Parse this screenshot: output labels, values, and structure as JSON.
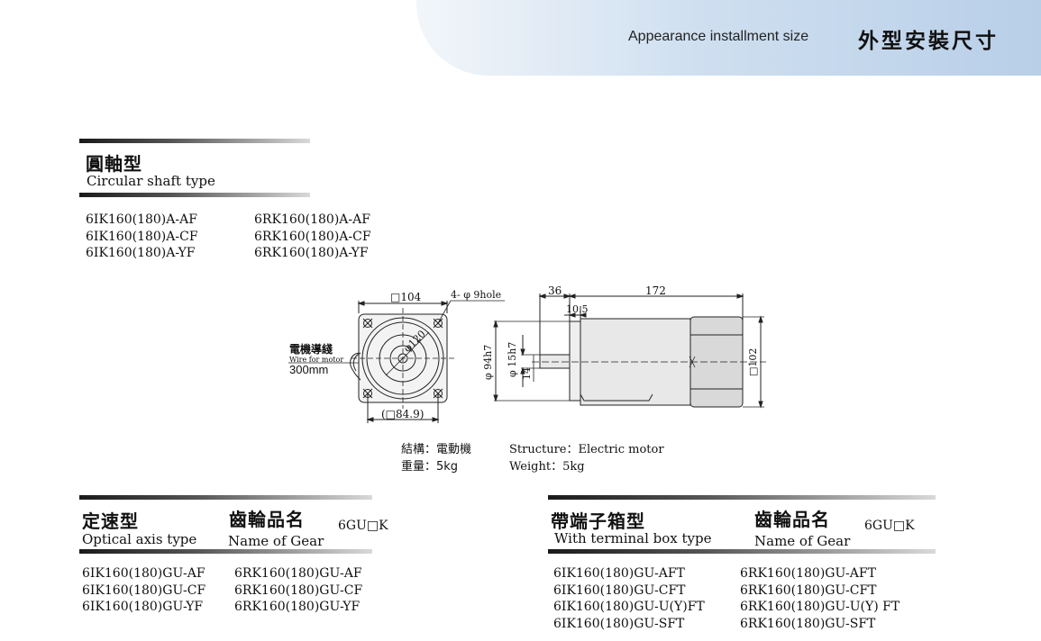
{
  "header": {
    "title_en": "Appearance installment size",
    "title_zh": "外型安裝尺寸"
  },
  "circular": {
    "title_zh": "圓軸型",
    "title_en": "Circular shaft type",
    "models_left": [
      "6IK160(180)A-AF",
      "6IK160(180)A-CF",
      "6IK160(180)A-YF"
    ],
    "models_right": [
      "6RK160(180)A-AF",
      "6RK160(180)A-CF",
      "6RK160(180)A-YF"
    ]
  },
  "drawing": {
    "front": {
      "sq104": "□104",
      "holes": "4- φ 9hole",
      "pcd": "φ120",
      "sq849": "(□84.9)",
      "wire_zh": "電機導綫",
      "wire_en": "Wire for motor",
      "wire_len": "300mm"
    },
    "side": {
      "d36": "36",
      "d172": "172",
      "d105": "10.5",
      "d94": "φ 94h7",
      "d15": "φ 15h7",
      "d14": "14",
      "d102": "□102"
    }
  },
  "specs": {
    "structure_zh": "結構：電動機",
    "weight_zh": "重量：5kg",
    "structure_en": "Structure：Electric motor",
    "weight_en": "Weight：5kg"
  },
  "optical": {
    "title_zh": "定速型",
    "title_en": "Optical axis type",
    "gear_zh": "齒輪品名",
    "gear_en": "Name of Gear",
    "gear_code": "6GU□K",
    "models_left": [
      "6IK160(180)GU-AF",
      "6IK160(180)GU-CF",
      "6IK160(180)GU-YF"
    ],
    "models_right": [
      "6RK160(180)GU-AF",
      "6RK160(180)GU-CF",
      "6RK160(180)GU-YF"
    ]
  },
  "terminal": {
    "title_zh": "帶端子箱型",
    "title_en": "With terminal box type",
    "gear_zh": "齒輪品名",
    "gear_en": "Name of Gear",
    "gear_code": "6GU□K",
    "models_left": [
      "6IK160(180)GU-AFT",
      "6IK160(180)GU-CFT",
      "6IK160(180)GU-U(Y)FT",
      "6IK160(180)GU-SFT"
    ],
    "models_right": [
      "6RK160(180)GU-AFT",
      "6RK160(180)GU-CFT",
      "6RK160(180)GU-U(Y) FT",
      "6RK160(180)GU-SFT"
    ]
  }
}
